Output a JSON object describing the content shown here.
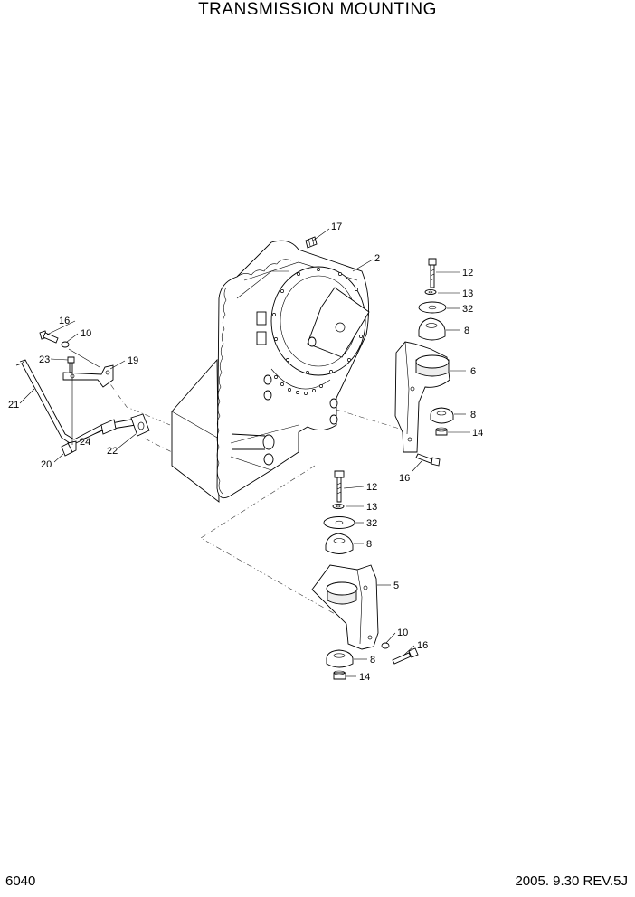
{
  "title": "TRANSMISSION MOUNTING",
  "page_number": "6040",
  "revision": "2005. 9.30  REV.5J",
  "callouts": {
    "c17": "17",
    "c2": "2",
    "c12a": "12",
    "c13a": "13",
    "c32a": "32",
    "c8a": "8",
    "c6": "6",
    "c8b": "8",
    "c14a": "14",
    "c16a": "16",
    "c16b": "16",
    "c10a": "10",
    "c19": "19",
    "c23": "23",
    "c21": "21",
    "c24": "24",
    "c22": "22",
    "c20": "20",
    "c12b": "12",
    "c13b": "13",
    "c32b": "32",
    "c8c": "8",
    "c5": "5",
    "c10b": "10",
    "c16c": "16",
    "c8d": "8",
    "c14b": "14"
  }
}
